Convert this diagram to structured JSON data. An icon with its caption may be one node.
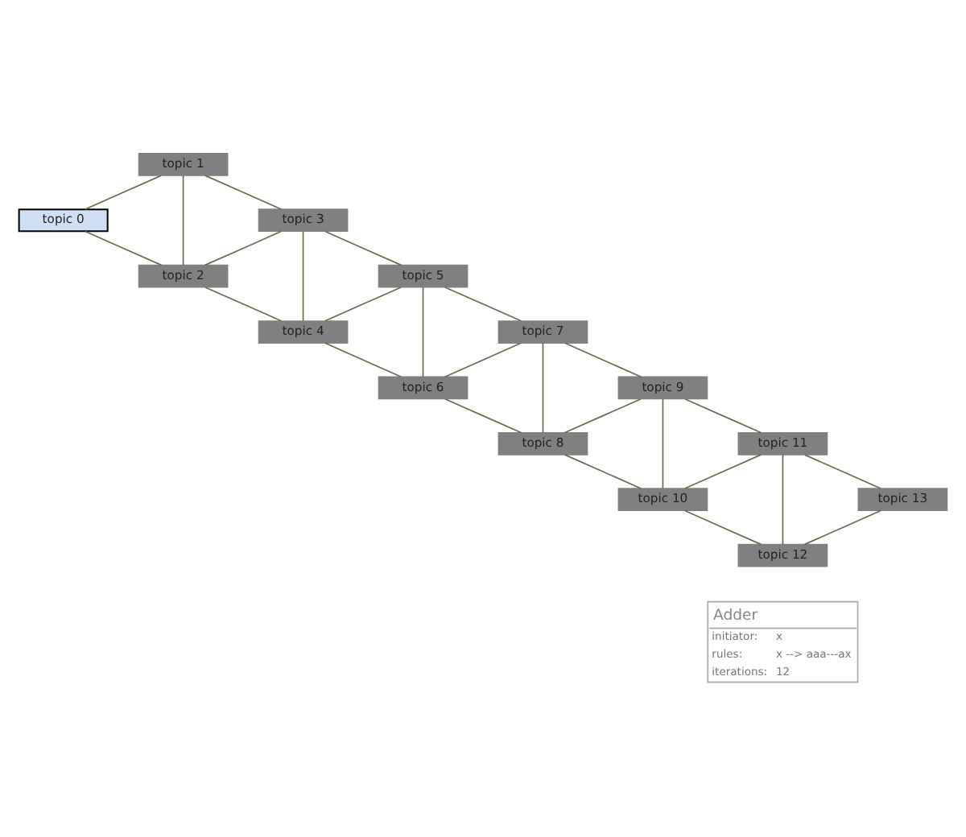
{
  "diagram": {
    "nodes": [
      {
        "text": [
          "topic 0"
        ]
      },
      {
        "text": [
          "topic 1"
        ]
      },
      {
        "text": [
          "topic 2"
        ]
      },
      {
        "text": [
          "topic 3"
        ]
      },
      {
        "text": [
          "topic 4"
        ]
      },
      {
        "text": [
          "topic 5"
        ]
      },
      {
        "text": [
          "topic 6"
        ]
      },
      {
        "text": [
          "topic 7"
        ]
      },
      {
        "text": [
          "topic 8"
        ]
      },
      {
        "text": [
          "topic 9"
        ]
      },
      {
        "text": [
          "topic 10"
        ]
      },
      {
        "text": [
          "topic 11"
        ]
      },
      {
        "text": [
          "topic 12"
        ]
      },
      {
        "text": [
          "topic 13"
        ]
      }
    ],
    "edges": [
      {
        "from": 1,
        "to": 0,
        "arrow": "none"
      },
      {
        "from": 1,
        "to": 3,
        "arrow": "none"
      },
      {
        "from": 1,
        "to": 2,
        "arrow": "none"
      },
      {
        "from": 0,
        "to": 2,
        "arrow": "none"
      },
      {
        "from": 3,
        "to": 2,
        "arrow": "none"
      },
      {
        "from": 3,
        "to": 4,
        "arrow": "none"
      },
      {
        "from": 3,
        "to": 5,
        "arrow": "none"
      },
      {
        "from": 2,
        "to": 4,
        "arrow": "none"
      },
      {
        "from": 5,
        "to": 4,
        "arrow": "none"
      },
      {
        "from": 5,
        "to": 6,
        "arrow": "none"
      },
      {
        "from": 5,
        "to": 7,
        "arrow": "none"
      },
      {
        "from": 4,
        "to": 6,
        "arrow": "none"
      },
      {
        "from": 7,
        "to": 6,
        "arrow": "none"
      },
      {
        "from": 7,
        "to": 8,
        "arrow": "none"
      },
      {
        "from": 7,
        "to": 9,
        "arrow": "none"
      },
      {
        "from": 6,
        "to": 8,
        "arrow": "none"
      },
      {
        "from": 9,
        "to": 8,
        "arrow": "none"
      },
      {
        "from": 9,
        "to": 10,
        "arrow": "none"
      },
      {
        "from": 9,
        "to": 11,
        "arrow": "none"
      },
      {
        "from": 8,
        "to": 10,
        "arrow": "none"
      },
      {
        "from": 11,
        "to": 10,
        "arrow": "none"
      },
      {
        "from": 11,
        "to": 12,
        "arrow": "none"
      },
      {
        "from": 11,
        "to": 13,
        "arrow": "none"
      },
      {
        "from": 10,
        "to": 12,
        "arrow": "none"
      },
      {
        "from": 13,
        "to": 12,
        "arrow": "none"
      }
    ],
    "labels": [
      "Adder",
      "initiator:",
      "x",
      "rules:",
      "x --> aaa---ax",
      "iterations:",
      "12"
    ]
  }
}
